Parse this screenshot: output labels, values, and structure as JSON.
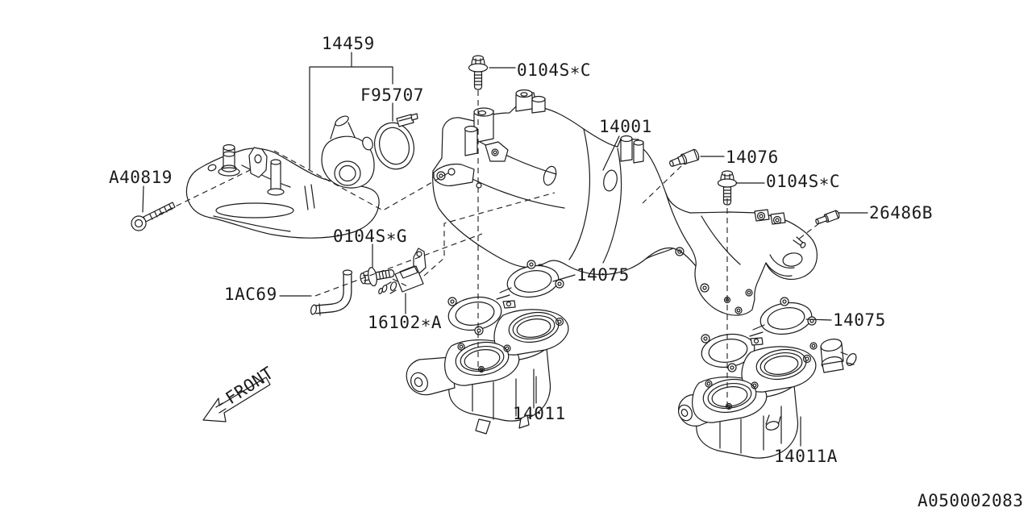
{
  "diagram": {
    "background": "#ffffff",
    "line_color": "#1b1b1b",
    "doc_number": "A050002083",
    "front_label": "FRONT",
    "part_labels": [
      {
        "text": "14459"
      },
      {
        "text": "F95707"
      },
      {
        "text": "0104S∗C"
      },
      {
        "text": "14001"
      },
      {
        "text": "14076"
      },
      {
        "text": "0104S∗C"
      },
      {
        "text": "26486B"
      },
      {
        "text": "A40819"
      },
      {
        "text": "0104S∗G"
      },
      {
        "text": "1AC69"
      },
      {
        "text": "16102∗A"
      },
      {
        "text": "14075"
      },
      {
        "text": "14075"
      },
      {
        "text": "14011"
      },
      {
        "text": "14011A"
      }
    ]
  }
}
